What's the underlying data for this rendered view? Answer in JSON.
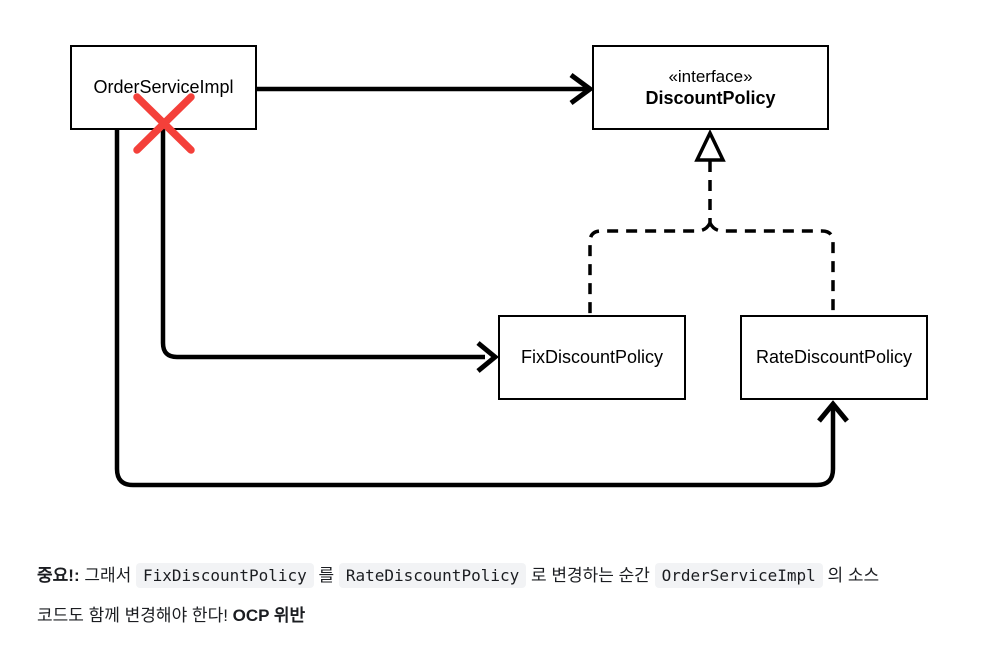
{
  "diagram": {
    "nodes": {
      "order_service_impl": {
        "label": "OrderServiceImpl"
      },
      "discount_policy": {
        "stereotype": "«interface»",
        "label": "DiscountPolicy"
      },
      "fix_discount_policy": {
        "label": "FixDiscountPolicy"
      },
      "rate_discount_policy": {
        "label": "RateDiscountPolicy"
      }
    },
    "edges": [
      {
        "from": "OrderServiceImpl",
        "to": "DiscountPolicy",
        "type": "association-arrow-solid"
      },
      {
        "from": "OrderServiceImpl",
        "to": "FixDiscountPolicy",
        "type": "association-arrow-solid",
        "marked": "red-cross"
      },
      {
        "from": "OrderServiceImpl",
        "to": "RateDiscountPolicy",
        "type": "association-arrow-solid"
      },
      {
        "from": "FixDiscountPolicy",
        "to": "DiscountPolicy",
        "type": "realization-dashed-hollow-triangle"
      },
      {
        "from": "RateDiscountPolicy",
        "to": "DiscountPolicy",
        "type": "realization-dashed-hollow-triangle"
      }
    ],
    "colors": {
      "line": "#000000",
      "cross_red": "#f4403a",
      "node_bg": "#ffffff",
      "node_border": "#000000",
      "code_bg": "#f2f3f5"
    }
  },
  "caption": {
    "line1": [
      {
        "text": "중요!:",
        "style": "bold"
      },
      {
        "text": " 그래서 ",
        "style": "text"
      },
      {
        "text": "FixDiscountPolicy",
        "style": "code"
      },
      {
        "text": " 를 ",
        "style": "text"
      },
      {
        "text": "RateDiscountPolicy",
        "style": "code"
      },
      {
        "text": " 로 변경하는 순간 ",
        "style": "text"
      },
      {
        "text": "OrderServiceImpl",
        "style": "code"
      },
      {
        "text": " 의 소스",
        "style": "text"
      }
    ],
    "line2": [
      {
        "text": "코드도 함께 변경해야 한다! ",
        "style": "text"
      },
      {
        "text": "OCP 위반",
        "style": "bold"
      }
    ]
  }
}
